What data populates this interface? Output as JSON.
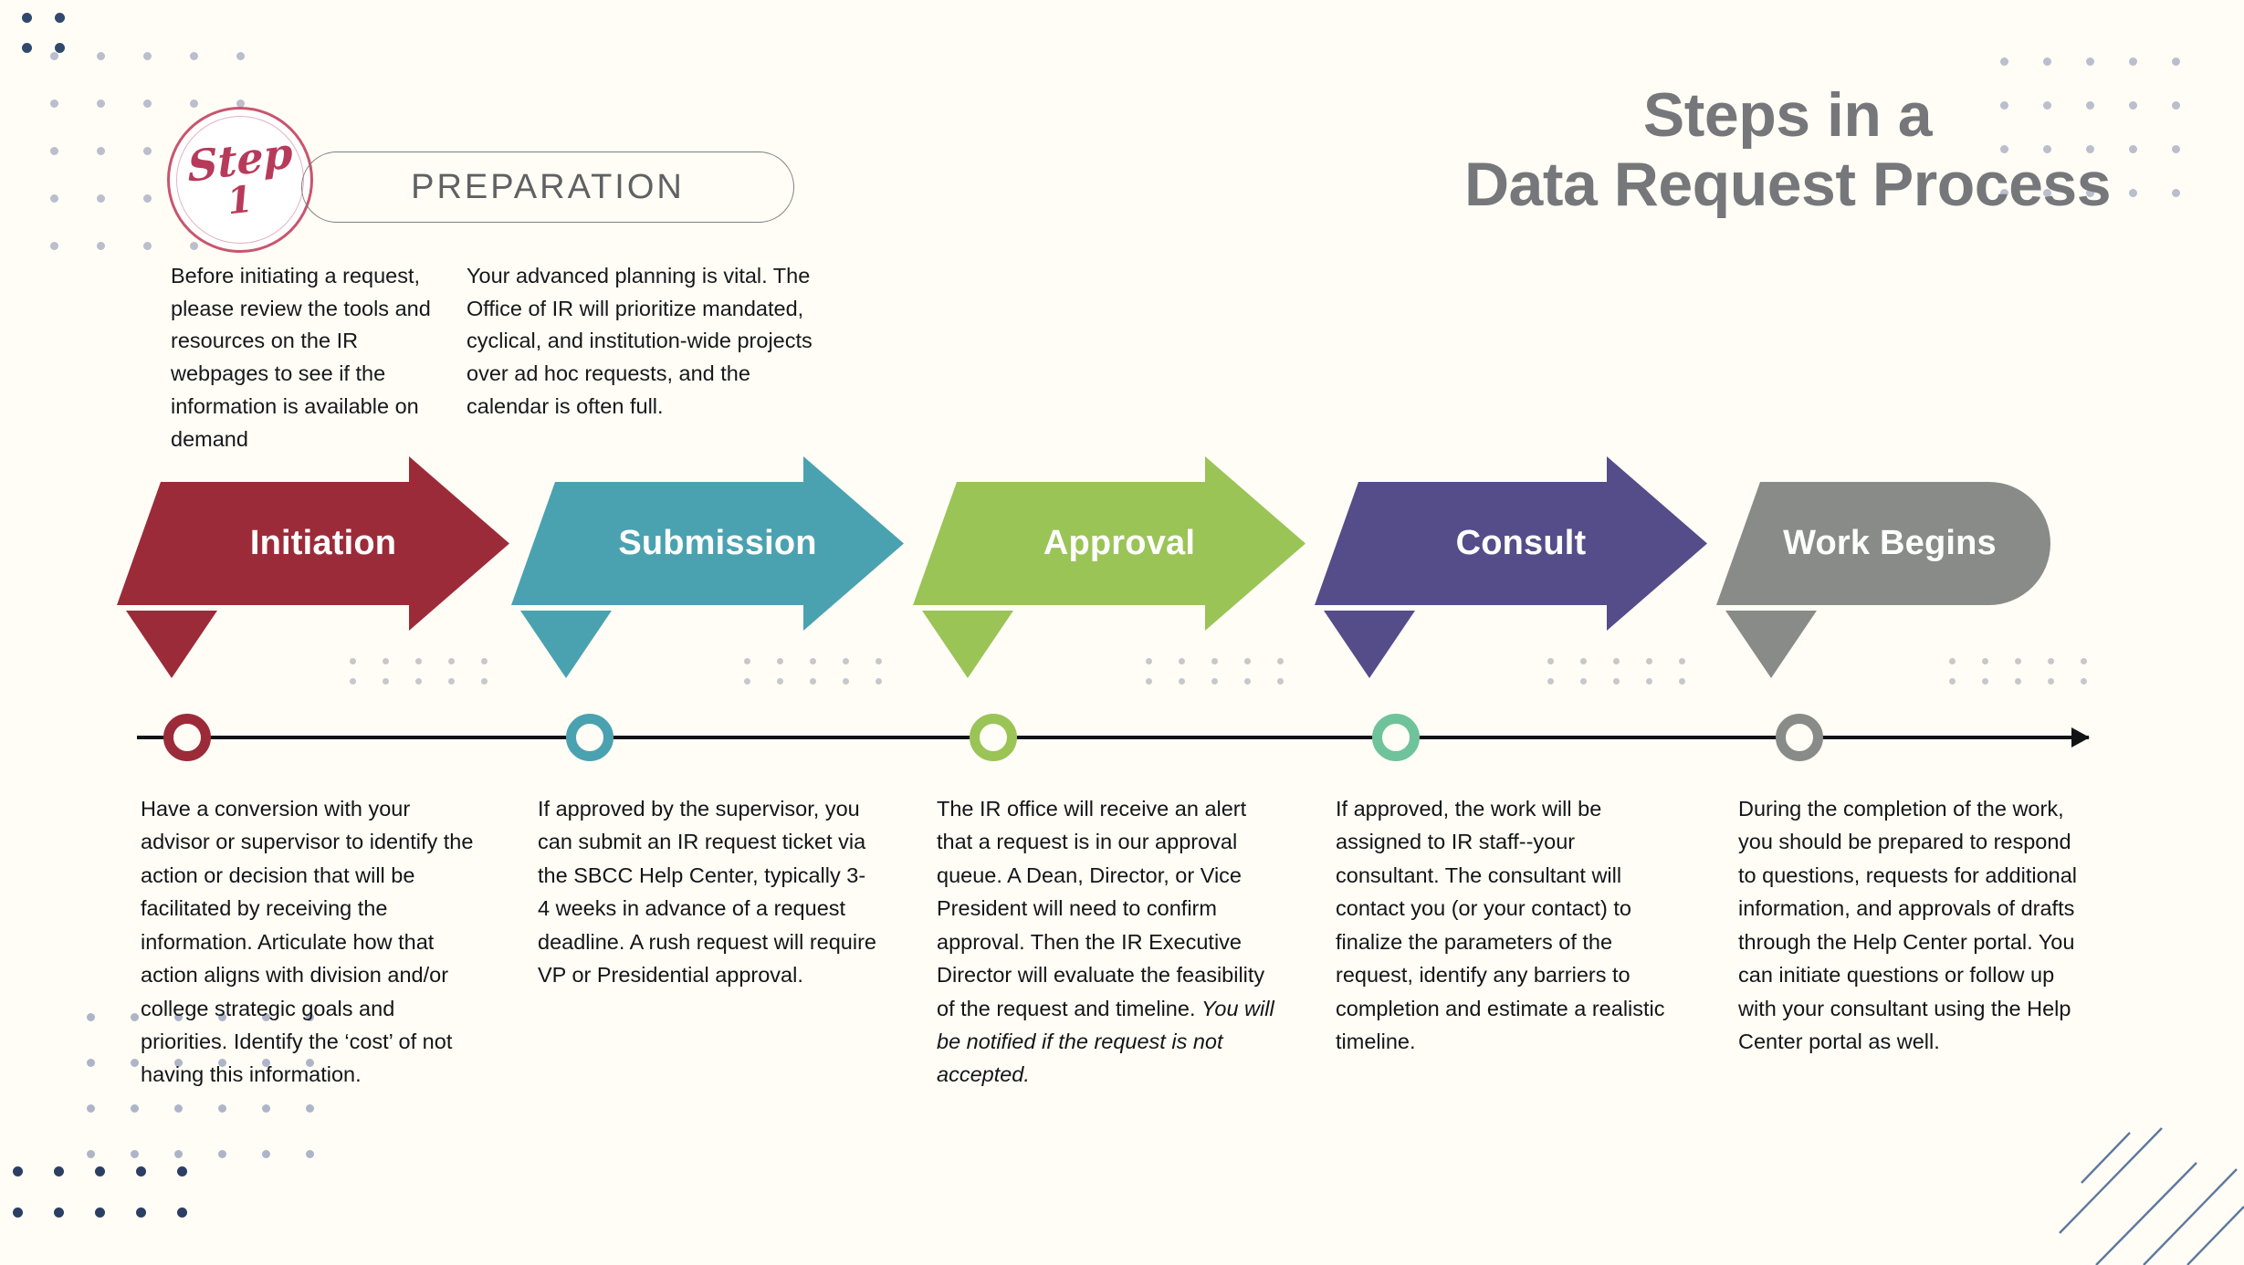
{
  "title": {
    "line1": "Steps in a",
    "line2": "Data Request Process",
    "color": "#76777a"
  },
  "step_badge": {
    "word": "Step",
    "number": "1",
    "color": "#b83a5a"
  },
  "prep_pill": {
    "label": "PREPARATION"
  },
  "intro": {
    "left": "Before initiating a request, please review the tools and resources on the IR webpages to see if the information is available on demand",
    "right": "Your advanced planning is  vital. The Office of IR will prioritize mandated, cyclical, and institution-wide projects over ad hoc requests, and the calendar is often full."
  },
  "stages": [
    {
      "label": "Initiation",
      "color": "#9c2b39",
      "node_color": "#9c2b39",
      "shape": "chevron",
      "body_pre": "Have a conversion with your advisor or supervisor to identify the action or decision that will be facilitated by receiving the information. Articulate how that action aligns with division and/or college strategic goals and priorities. Identify the ‘cost’ of not having this information.",
      "body_italic": ""
    },
    {
      "label": "Submission",
      "color": "#4aa2b0",
      "node_color": "#4aa2b0",
      "shape": "chevron",
      "body_pre": "If approved by the supervisor, you can submit an IR request ticket via the SBCC Help Center, typically 3-4 weeks in advance of a request deadline. A rush request will require VP or Presidential approval.",
      "body_italic": ""
    },
    {
      "label": "Approval",
      "color": "#9ac456",
      "node_color": "#9ac456",
      "shape": "chevron",
      "body_pre": "The IR office will receive an alert that a request is in our approval queue. A Dean, Director, or Vice President will need to confirm approval. Then the IR Executive Director will evaluate the feasibility of the request and timeline. ",
      "body_italic": "You will be notified if the request is not accepted."
    },
    {
      "label": "Consult",
      "color": "#554c8a",
      "node_color": "#6ec39b",
      "shape": "chevron",
      "body_pre": "If approved, the work will be assigned to IR staff--your consultant. The consultant will contact you (or your contact) to finalize the parameters of the request, identify any barriers to completion and estimate a realistic timeline.",
      "body_italic": ""
    },
    {
      "label": "Work Begins",
      "color": "#898b89",
      "node_color": "#898b89",
      "shape": "rounded",
      "body_pre": "During the completion of the work, you should be prepared to respond to questions, requests for additional information, and approvals of drafts through the Help Center portal. You can initiate questions or follow up with your consultant using the Help Center portal as well.",
      "body_italic": ""
    }
  ],
  "decor": {
    "dot_dark": "#32496e",
    "dot_light": "#aeb3c6",
    "stripe": "#41618f",
    "background": "#fffdf6",
    "timeline_color": "#111315"
  }
}
